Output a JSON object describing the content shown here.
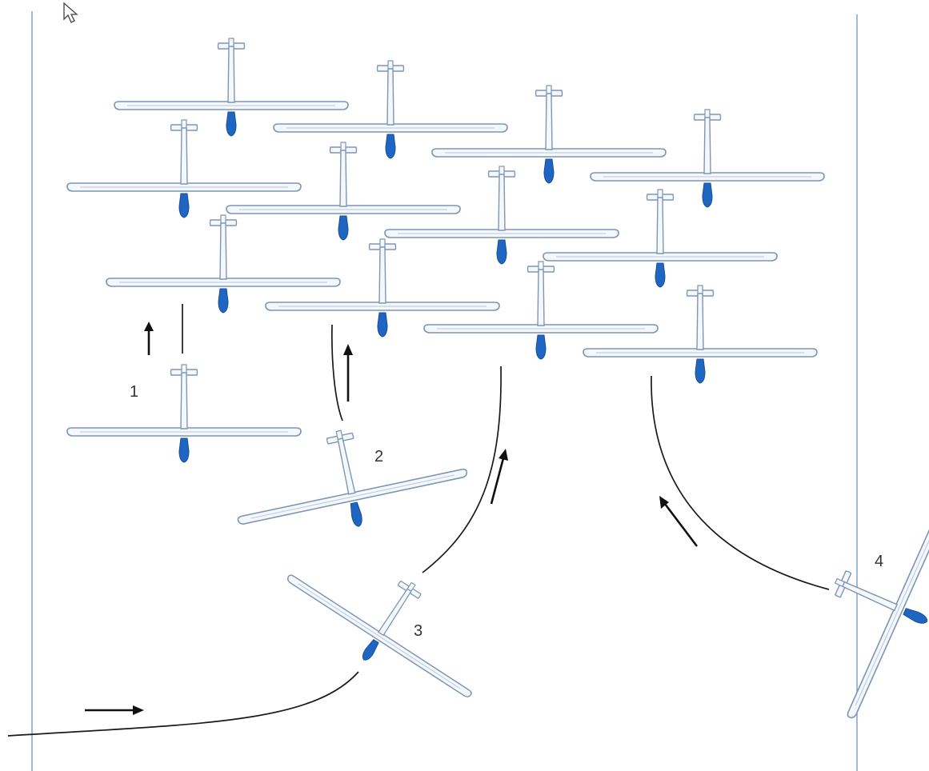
{
  "colors": {
    "background": "#ffffff",
    "guide_line": "#7a9cc9",
    "glider_body": "#f4f7fb",
    "glider_outline": "#7f96b3",
    "glider_nose": "#1f66c2",
    "path_line": "#1a1a1a",
    "arrow": "#111111"
  },
  "icons": {
    "cursor": "mouse-pointer-icon",
    "glider": "glider-icon",
    "arrow": "arrow-icon"
  },
  "labels": {
    "glider_1": "1",
    "glider_2": "2",
    "glider_3": "3",
    "glider_4": "4"
  }
}
